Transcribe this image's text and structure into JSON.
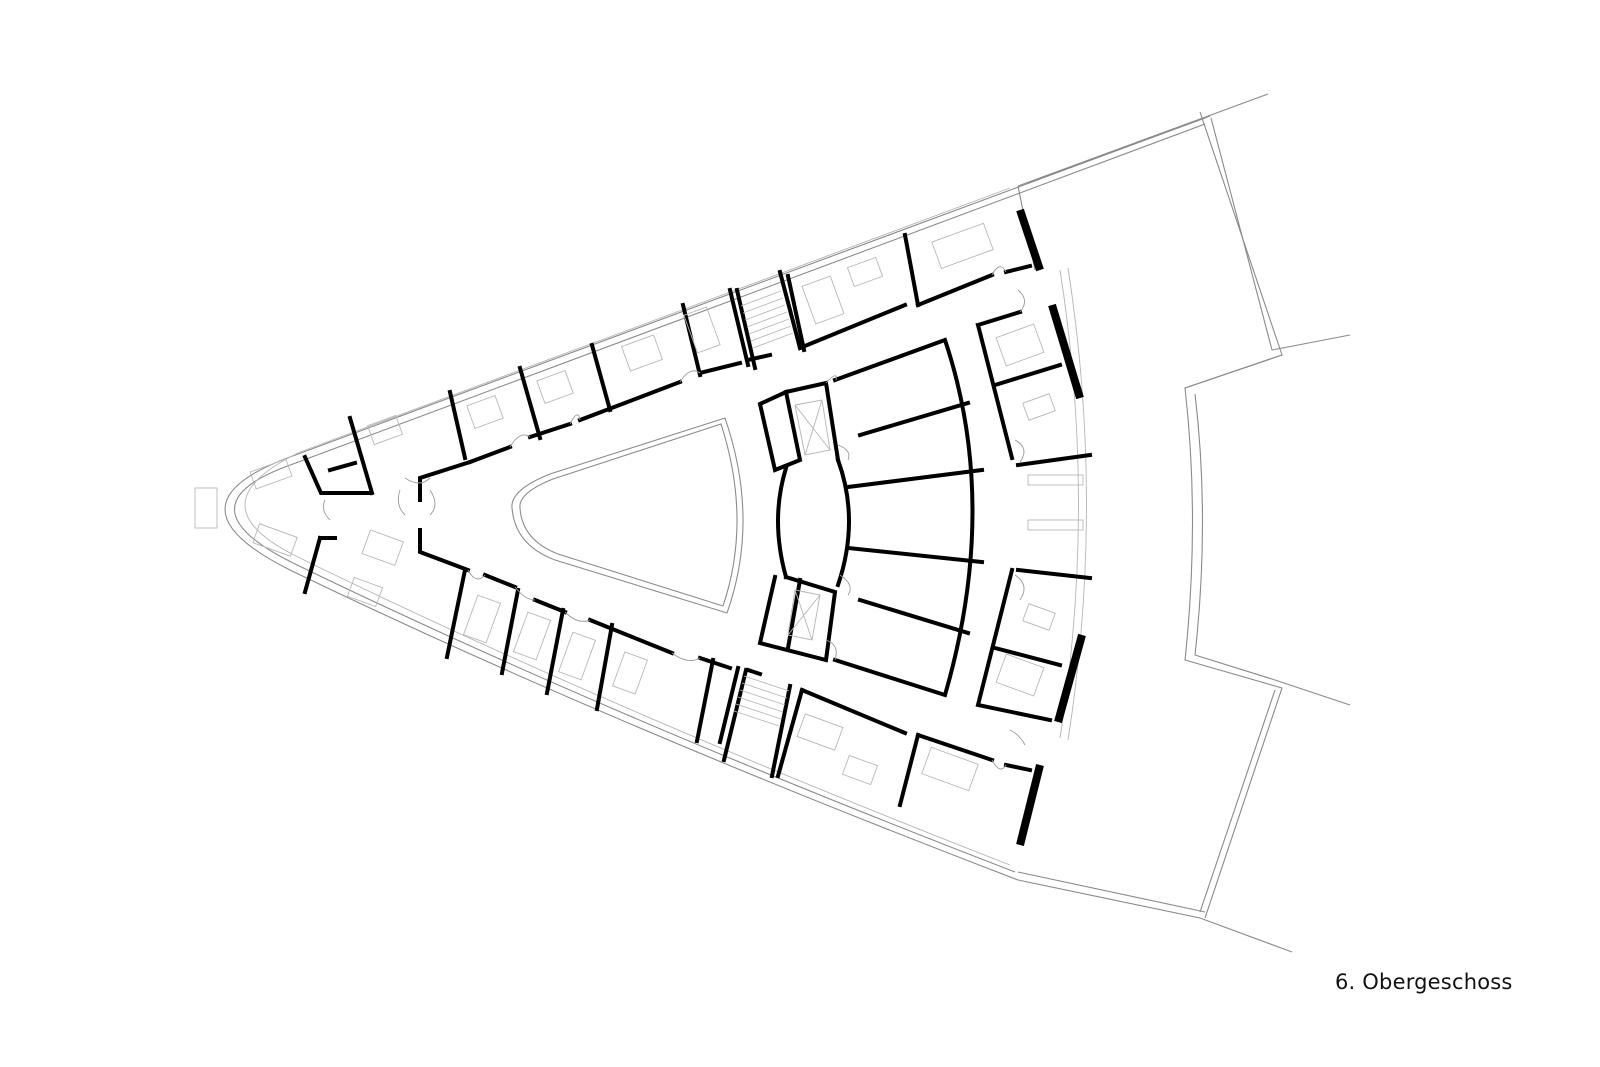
{
  "drawing": {
    "type": "architectural floor plan",
    "caption": "6. Obergeschoss",
    "colors": {
      "background": "#ffffff",
      "structural_walls": "#000000",
      "outlines": "#8a8a8a",
      "furniture": "#b8b8b8"
    }
  },
  "elements": {
    "atrium": "atrium-void",
    "core_elevators": 2,
    "stairwells": 2,
    "terrace": "roof-terrace"
  }
}
